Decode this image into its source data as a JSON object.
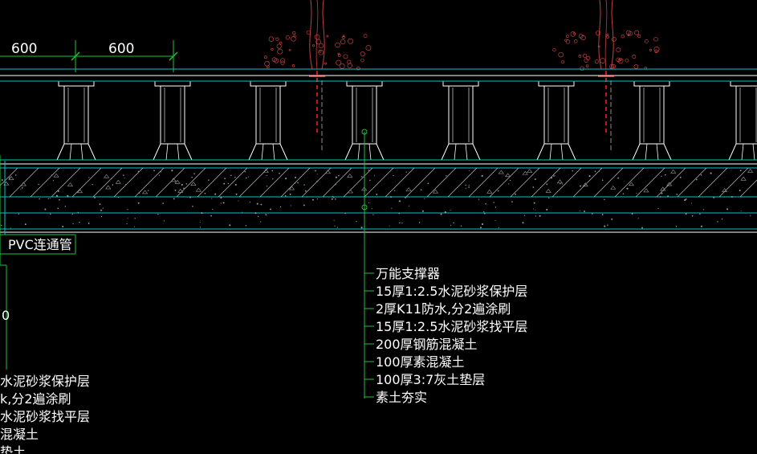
{
  "drawing": {
    "dimensions": [
      {
        "label": "600"
      },
      {
        "label": "600"
      }
    ],
    "pipe_label": "PVC连通管",
    "callout_layers": [
      "万能支撑器",
      "15厚1:2.5水泥砂浆保护层",
      "2厚K11防水,分2遍涂刷",
      "15厚1:2.5水泥砂浆找平层",
      "200厚钢筋混凝土",
      "100厚素混凝土",
      "100厚3:7灰土垫层",
      "素土夯实"
    ],
    "left_partial_callout": [
      "水泥砂浆保护层",
      "k,分2遍涂刷",
      "水泥砂浆找平层",
      "混凝土",
      "垫土"
    ],
    "left_partial_number": "0",
    "colors": {
      "background": "#000000",
      "line_white": "#ffffff",
      "line_cyan": "#00c8c8",
      "leader_green": "#22c03a",
      "tree_red": "#c04040",
      "axis_red": "#ff2020"
    }
  }
}
